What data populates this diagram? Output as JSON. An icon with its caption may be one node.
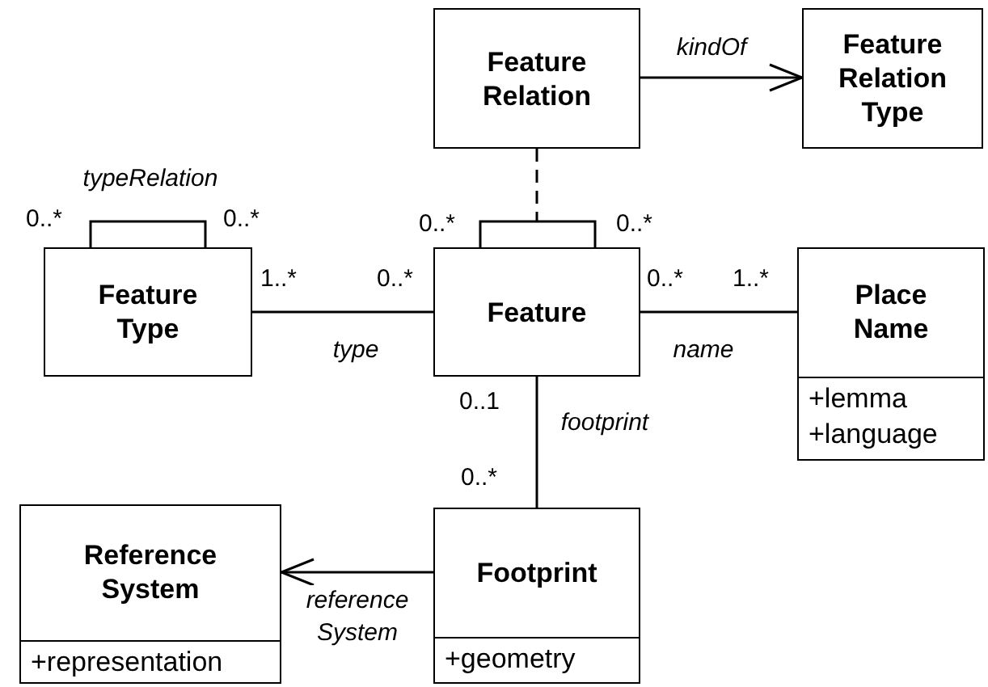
{
  "diagram": {
    "nodes": [
      {
        "text": [
          "Feature Relation"
        ]
      },
      {
        "text": [
          "Feature Relation Type"
        ]
      },
      {
        "text": [
          "Feature Type"
        ]
      },
      {
        "text": [
          "Feature"
        ]
      },
      {
        "text": [
          "Place Name",
          "+lemma",
          "+language"
        ]
      },
      {
        "text": [
          "Reference System",
          "+representation"
        ]
      },
      {
        "text": [
          "Footprint",
          "+geometry"
        ]
      }
    ],
    "edges": [
      {
        "from": 0,
        "to": 1,
        "arrow": "to",
        "label": "kindOf"
      },
      {
        "from": 2,
        "to": 2,
        "arrow": "none",
        "label": "typeRelation"
      },
      {
        "from": 3,
        "to": 3,
        "arrow": "none"
      },
      {
        "from": 0,
        "to": null,
        "arrow": "none",
        "style": "dashed"
      },
      {
        "from": 2,
        "to": 3,
        "arrow": "none",
        "label": "type"
      },
      {
        "from": 3,
        "to": 4,
        "arrow": "none",
        "label": "name"
      },
      {
        "from": 3,
        "to": 6,
        "arrow": "none",
        "label": "footprint"
      },
      {
        "from": 6,
        "to": 5,
        "arrow": "to",
        "label": "reference System"
      }
    ],
    "labels": [
      "0..*",
      "0..*",
      "0..*",
      "0..*",
      "1..*",
      "0..*",
      "0..*",
      "1..*",
      "0..1",
      "0..*"
    ]
  }
}
